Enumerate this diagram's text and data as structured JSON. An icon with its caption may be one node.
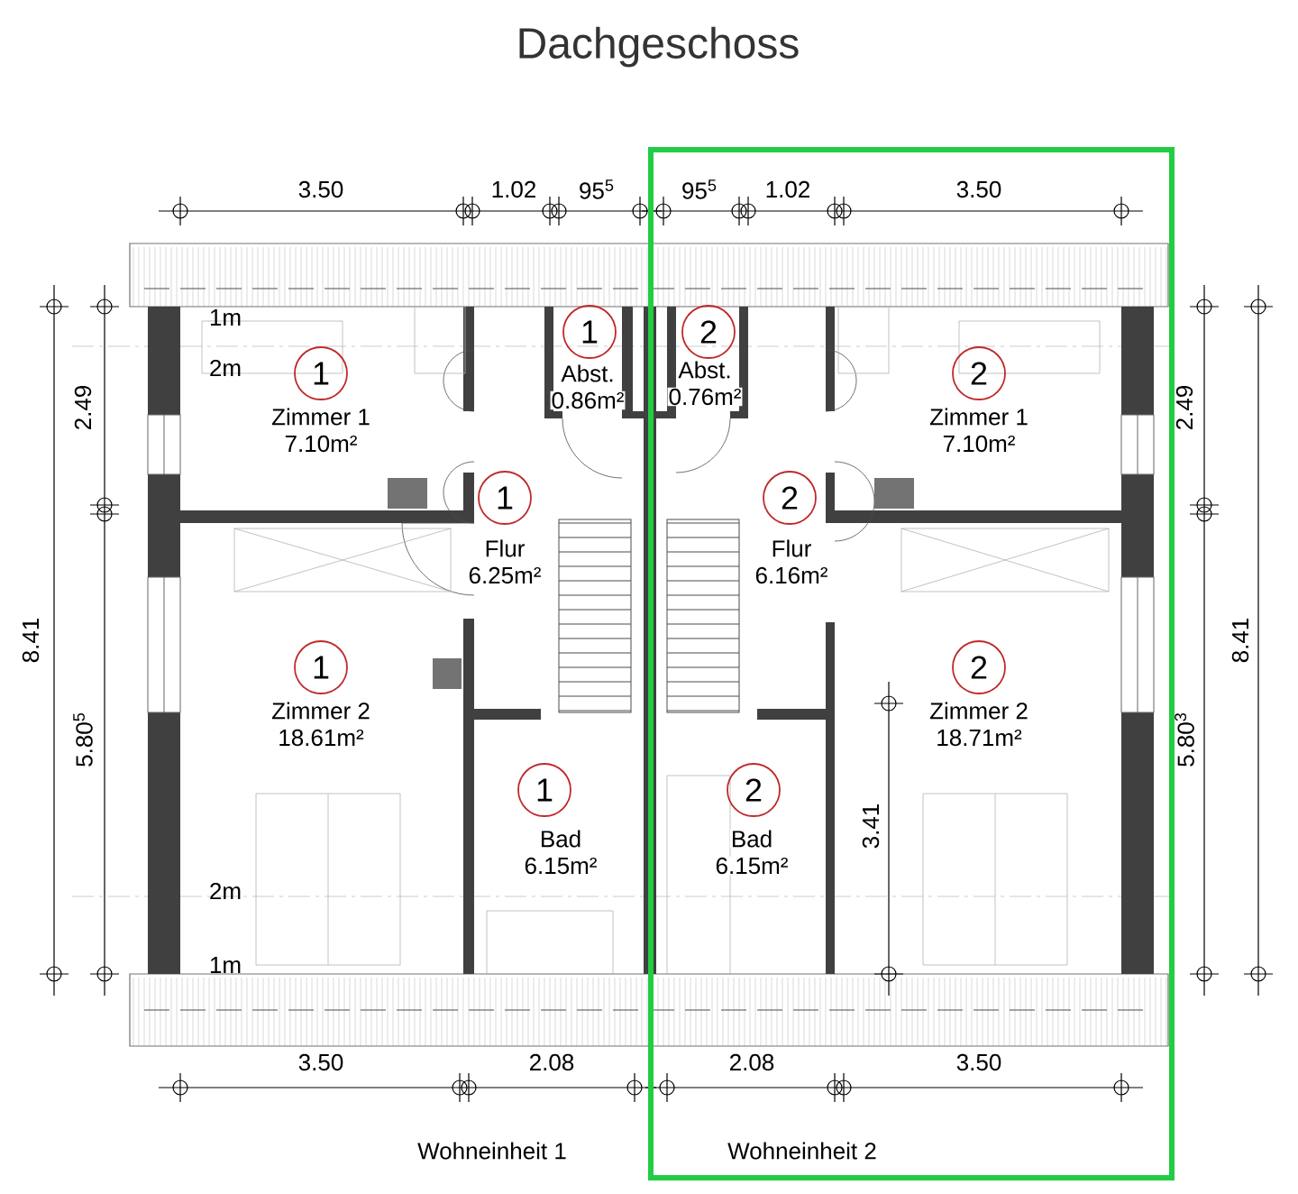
{
  "diagram": {
    "title": "Dachgeschoss",
    "nodes": [
      {
        "text": [
          "1"
        ],
        "beside": [
          "Zimmer 1",
          "7.10m²"
        ]
      },
      {
        "text": [
          "1"
        ],
        "beside": [
          "Abst.",
          "0.86m²"
        ]
      },
      {
        "text": [
          "1"
        ],
        "beside": [
          "Flur",
          "6.25m²"
        ]
      },
      {
        "text": [
          "1"
        ],
        "beside": [
          "Zimmer 2",
          "18.61m²"
        ]
      },
      {
        "text": [
          "1"
        ],
        "beside": [
          "Bad",
          "6.15m²"
        ]
      },
      {
        "text": [
          "Wohneinheit 2"
        ]
      },
      {
        "text": [
          "2"
        ],
        "beside": [
          "Abst.",
          "0.76m²"
        ],
        "in": 5
      },
      {
        "text": [
          "2"
        ],
        "beside": [
          "Zimmer 1",
          "7.10m²"
        ],
        "in": 5
      },
      {
        "text": [
          "2"
        ],
        "beside": [
          "Flur",
          "6.16m²"
        ],
        "in": 5
      },
      {
        "text": [
          "2"
        ],
        "beside": [
          "Zimmer 2",
          "18.71m²"
        ],
        "in": 5
      },
      {
        "text": [
          "2"
        ],
        "beside": [
          "Bad",
          "6.15m²"
        ],
        "in": 5
      }
    ],
    "labels": [
      "3.50",
      "1.02",
      "95$^{5}$",
      "95$^{5}$",
      "1.02",
      "3.50",
      "2.49",
      "2.49",
      "1m",
      "2m",
      "8.41",
      "8.41",
      "5.80$^{5}$",
      "5.80$^{3}$",
      "3.41",
      "2m",
      "1m",
      "3.50",
      "2.08",
      "2.08",
      "3.50",
      "Wohneinheit 1"
    ]
  }
}
